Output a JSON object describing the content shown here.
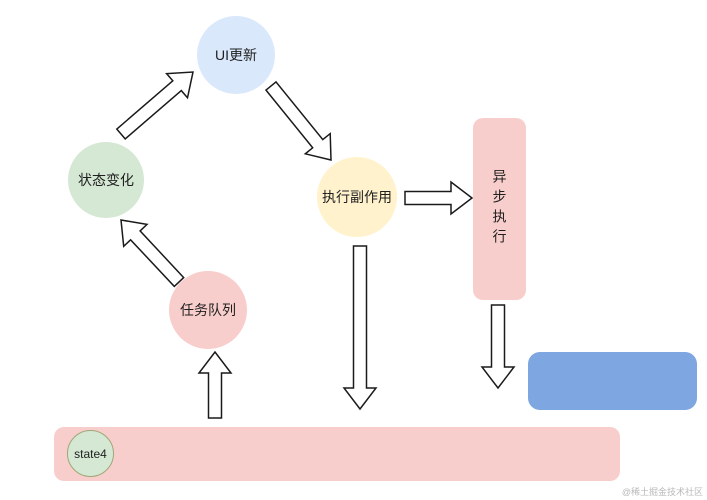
{
  "diagram": {
    "nodes": {
      "ui_update": {
        "label": "UI更新",
        "fill": "#dae8fc"
      },
      "state_change": {
        "label": "状态变化",
        "fill": "#d5e8d4"
      },
      "task_queue": {
        "label": "任务队列",
        "fill": "#f8cecc"
      },
      "side_effect": {
        "label": "执行副作用",
        "fill": "#fff2cc"
      },
      "async_exec": {
        "label": "异步执行",
        "fill": "#f8cecc"
      },
      "async_result_box": {
        "label": "",
        "fill": "#7ea6e0"
      },
      "state_container": {
        "label": "",
        "fill": "#f8cecc"
      },
      "state4": {
        "label": "state4",
        "fill": "#d5e8d4",
        "stroke": "#9fa778"
      }
    },
    "arrow_outline_color": "#1a1a1a",
    "arrow_fill_color": "#ffffff",
    "watermark": "@稀土掘金技术社区"
  }
}
